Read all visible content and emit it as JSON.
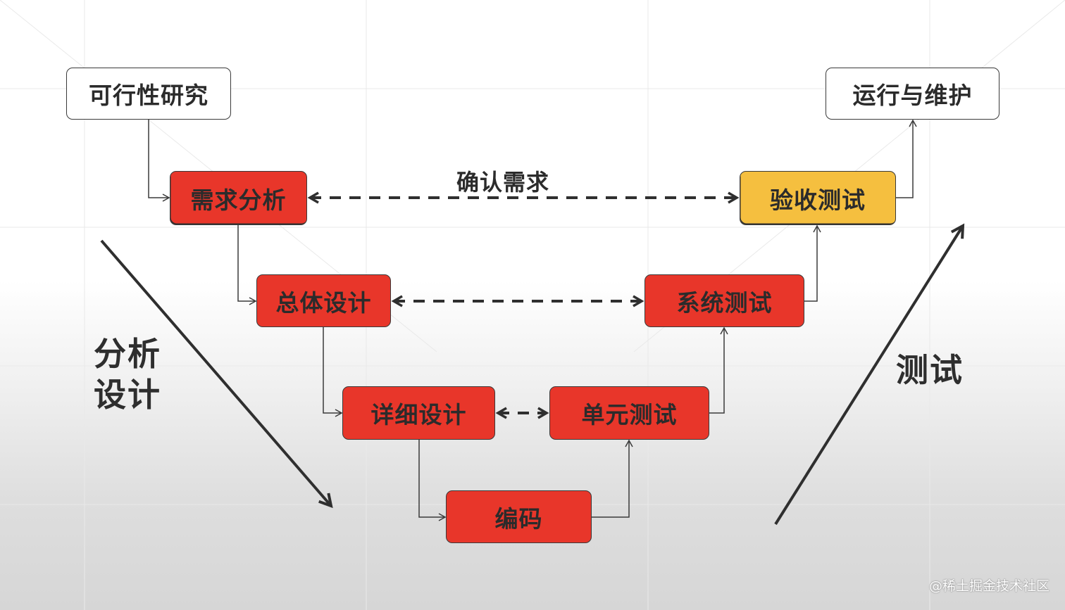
{
  "boxes": {
    "feasibility": "可行性研究",
    "requirements": "需求分析",
    "overall_design": "总体设计",
    "detailed_design": "详细设计",
    "coding": "编码",
    "unit_test": "单元测试",
    "system_test": "系统测试",
    "acceptance_test": "验收测试",
    "operation": "运行与维护"
  },
  "labels": {
    "confirm_requirements": "确认需求",
    "left_phase_line1": "分析",
    "left_phase_line2": "设计",
    "right_phase": "测试"
  },
  "watermark": "@稀土掘金技术社区",
  "colors": {
    "red_box": "#e8362a",
    "yellow_box": "#f5bf3f",
    "line": "#2f2f2f"
  }
}
